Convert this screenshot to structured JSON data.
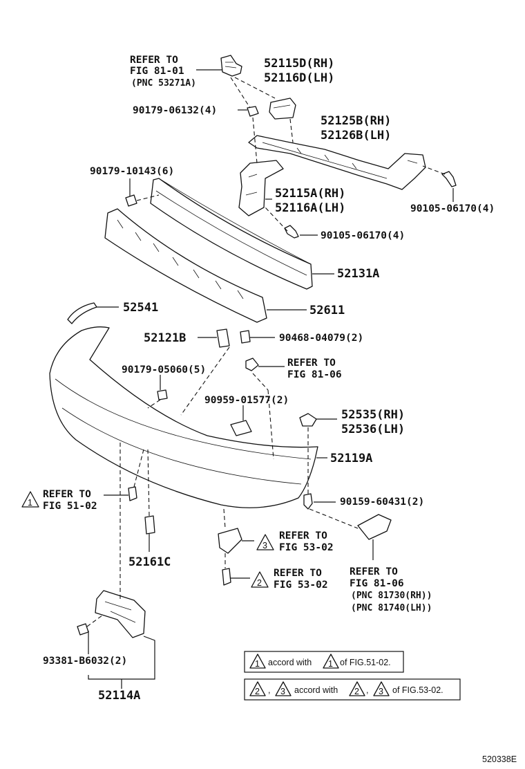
{
  "diagram_id": "520338E",
  "labels": {
    "refer_top_1": "REFER TO",
    "refer_top_2": "FIG 81-01",
    "refer_top_3": "(PNC 53271A)",
    "p52115d": "52115D(RH)",
    "p52116d": "52116D(LH)",
    "p90179_06132": "90179-06132(4)",
    "p52125b": "52125B(RH)",
    "p52126b": "52126B(LH)",
    "p90179_10143": "90179-10143(6)",
    "p52115a": "52115A(RH)",
    "p52116a": "52116A(LH)",
    "p90105_06170_a": "90105-06170(4)",
    "p90105_06170_b": "90105-06170(4)",
    "p52131a": "52131A",
    "p52541": "52541",
    "p52611": "52611",
    "p52121b": "52121B",
    "p90468": "90468-04079(2)",
    "refer_8106a_1": "REFER TO",
    "refer_8106a_2": "FIG 81-06",
    "p90179_05060": "90179-05060(5)",
    "p90959": "90959-01577(2)",
    "p52535": "52535(RH)",
    "p52536": "52536(LH)",
    "p52119a": "52119A",
    "refer_5102_1": "REFER TO",
    "refer_5102_2": "FIG 51-02",
    "p90159": "90159-60431(2)",
    "refer_5302a_1": "REFER TO",
    "refer_5302a_2": "FIG 53-02",
    "p52161c": "52161C",
    "refer_5302b_1": "REFER TO",
    "refer_5302b_2": "FIG 53-02",
    "refer_8106b_1": "REFER TO",
    "refer_8106b_2": "FIG 81-06",
    "pnc_81730": "(PNC 81730(RH))",
    "pnc_81740": "(PNC 81740(LH))",
    "p93381": "93381-B6032(2)",
    "p52114a": "52114A",
    "tri_1": "1",
    "tri_2": "2",
    "tri_3": "3"
  },
  "notes": {
    "note1_text": "accord with",
    "note1_ref": "of FIG.51-02.",
    "note2_sep": ",",
    "note2_text": "accord with",
    "note2_ref": "of FIG.53-02."
  }
}
